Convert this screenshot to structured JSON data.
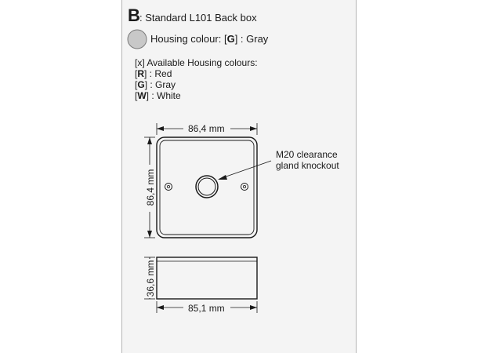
{
  "header": {
    "letter": "B",
    "title": ": Standard L101 Back box"
  },
  "housing": {
    "swatch_color": "#c8c8c8",
    "label_prefix": "Housing colour: [",
    "label_code": "G",
    "label_suffix": "] : Gray"
  },
  "options": {
    "title": "[x] Available Housing colours:",
    "items": [
      {
        "code": "R",
        "name": "] : Red"
      },
      {
        "code": "G",
        "name": "] : Gray"
      },
      {
        "code": "W",
        "name": "] : White"
      }
    ]
  },
  "drawing": {
    "top_width": "86,4 mm",
    "top_height": "86,4 mm",
    "callout_line1": "M20 clearance",
    "callout_line2": "gland knockout",
    "side_height": "36,6 mm",
    "side_width": "85,1 mm"
  }
}
